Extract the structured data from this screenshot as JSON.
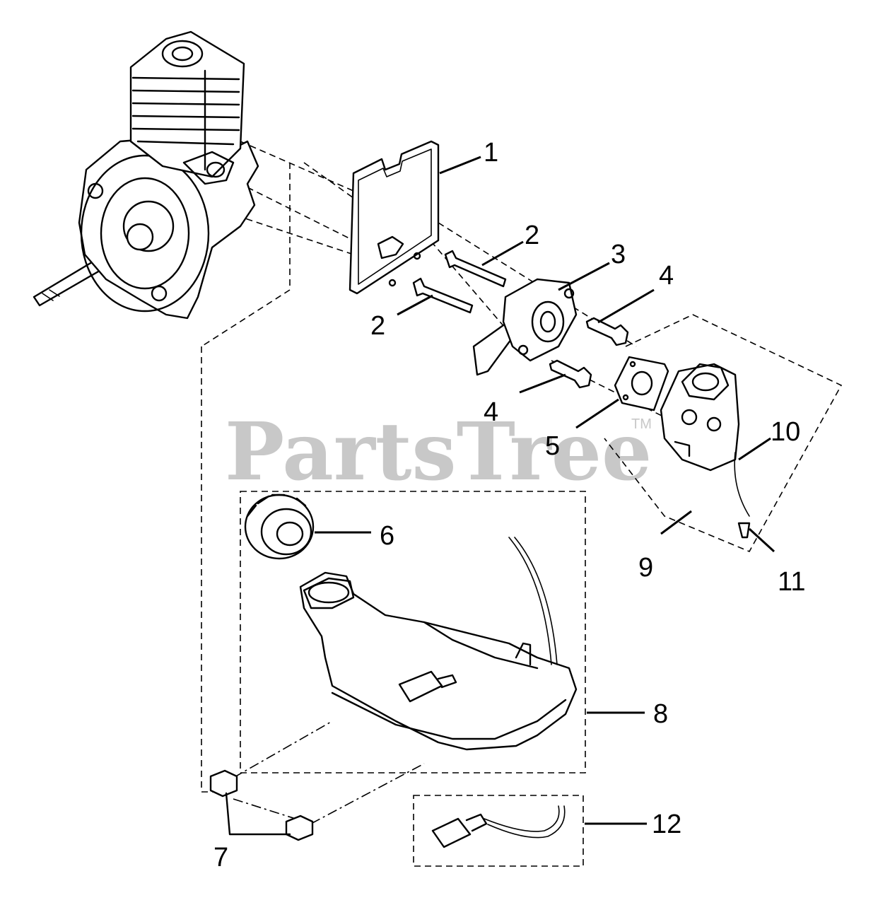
{
  "watermark": {
    "text": "PartsTree",
    "mark": "TM"
  },
  "callouts": [
    {
      "id": "c1",
      "label": "1"
    },
    {
      "id": "c2a",
      "label": "2"
    },
    {
      "id": "c2b",
      "label": "2"
    },
    {
      "id": "c3",
      "label": "3"
    },
    {
      "id": "c4a",
      "label": "4"
    },
    {
      "id": "c4b",
      "label": "4"
    },
    {
      "id": "c5",
      "label": "5"
    },
    {
      "id": "c6",
      "label": "6"
    },
    {
      "id": "c7",
      "label": "7"
    },
    {
      "id": "c8",
      "label": "8"
    },
    {
      "id": "c9",
      "label": "9"
    },
    {
      "id": "c10",
      "label": "10"
    },
    {
      "id": "c11",
      "label": "11"
    },
    {
      "id": "c12",
      "label": "12"
    }
  ],
  "icons": [
    "engine-block-icon",
    "gasket-icon",
    "bolt-icon",
    "carburetor-icon",
    "fuel-tank-icon",
    "fuel-cap-icon",
    "fuel-filter-icon"
  ]
}
